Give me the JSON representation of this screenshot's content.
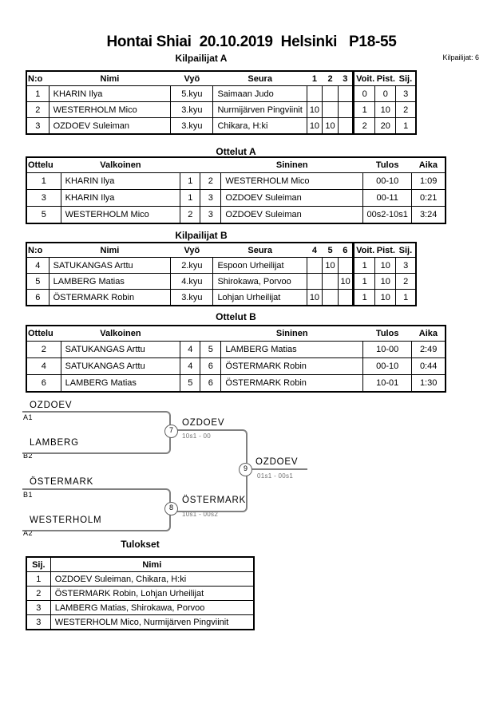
{
  "page": {
    "title": "Hontai Shiai  20.10.2019  Helsinki   P18-55",
    "competitors_label": "Kilpailijat: 6"
  },
  "colors": {
    "bracket_line": "#808080",
    "score_text": "#707070",
    "table_border": "#000000"
  },
  "pool_a": {
    "title": "Kilpailijat A",
    "headers": {
      "no": "N:o",
      "name": "Nimi",
      "belt": "Vyö",
      "club": "Seura",
      "m1": "1",
      "m2": "2",
      "m3": "3",
      "wins": "Voit.",
      "points": "Pist.",
      "place": "Sij."
    },
    "rows": [
      {
        "no": "1",
        "name": "KHARIN Ilya",
        "belt": "5.kyu",
        "club": "Saimaan Judo",
        "m1": "",
        "m2": "",
        "m3": "",
        "wins": "0",
        "points": "0",
        "place": "3"
      },
      {
        "no": "2",
        "name": "WESTERHOLM Mico",
        "belt": "3.kyu",
        "club": "Nurmijärven Pingviinit",
        "m1": "10",
        "m2": "",
        "m3": "",
        "wins": "1",
        "points": "10",
        "place": "2"
      },
      {
        "no": "3",
        "name": "OZDOEV Suleiman",
        "belt": "3.kyu",
        "club": "Chikara, H:ki",
        "m1": "10",
        "m2": "10",
        "m3": "",
        "wins": "2",
        "points": "20",
        "place": "1"
      }
    ]
  },
  "matches_a": {
    "title": "Ottelut A",
    "headers": {
      "match": "Ottelu",
      "white": "Valkoinen",
      "blue": "Sininen",
      "result": "Tulos",
      "time": "Aika"
    },
    "rows": [
      {
        "match": "1",
        "white": "KHARIN Ilya",
        "wno": "1",
        "bno": "2",
        "blue": "WESTERHOLM Mico",
        "result": "00-10",
        "time": "1:09"
      },
      {
        "match": "3",
        "white": "KHARIN Ilya",
        "wno": "1",
        "bno": "3",
        "blue": "OZDOEV Suleiman",
        "result": "00-11",
        "time": "0:21"
      },
      {
        "match": "5",
        "white": "WESTERHOLM Mico",
        "wno": "2",
        "bno": "3",
        "blue": "OZDOEV Suleiman",
        "result": "00s2-10s1",
        "time": "3:24"
      }
    ]
  },
  "pool_b": {
    "title": "Kilpailijat B",
    "headers": {
      "no": "N:o",
      "name": "Nimi",
      "belt": "Vyö",
      "club": "Seura",
      "m1": "4",
      "m2": "5",
      "m3": "6",
      "wins": "Voit.",
      "points": "Pist.",
      "place": "Sij."
    },
    "rows": [
      {
        "no": "4",
        "name": "SATUKANGAS Arttu",
        "belt": "2.kyu",
        "club": "Espoon Urheilijat",
        "m1": "",
        "m2": "10",
        "m3": "",
        "wins": "1",
        "points": "10",
        "place": "3"
      },
      {
        "no": "5",
        "name": "LAMBERG Matias",
        "belt": "4.kyu",
        "club": "Shirokawa, Porvoo",
        "m1": "",
        "m2": "",
        "m3": "10",
        "wins": "1",
        "points": "10",
        "place": "2"
      },
      {
        "no": "6",
        "name": "ÖSTERMARK Robin",
        "belt": "3.kyu",
        "club": "Lohjan Urheilijat",
        "m1": "10",
        "m2": "",
        "m3": "",
        "wins": "1",
        "points": "10",
        "place": "1"
      }
    ]
  },
  "matches_b": {
    "title": "Ottelut B",
    "headers": {
      "match": "Ottelu",
      "white": "Valkoinen",
      "blue": "Sininen",
      "result": "Tulos",
      "time": "Aika"
    },
    "rows": [
      {
        "match": "2",
        "white": "SATUKANGAS Arttu",
        "wno": "4",
        "bno": "5",
        "blue": "LAMBERG Matias",
        "result": "10-00",
        "time": "2:49"
      },
      {
        "match": "4",
        "white": "SATUKANGAS Arttu",
        "wno": "4",
        "bno": "6",
        "blue": "ÖSTERMARK Robin",
        "result": "00-10",
        "time": "0:44"
      },
      {
        "match": "6",
        "white": "LAMBERG Matias",
        "wno": "5",
        "bno": "6",
        "blue": "ÖSTERMARK Robin",
        "result": "10-01",
        "time": "1:30"
      }
    ]
  },
  "bracket": {
    "semifinal_1": {
      "top_name": "OZDOEV",
      "top_seed": "A1",
      "bottom_name": "LAMBERG",
      "bottom_seed": "B2",
      "match_no": "7",
      "winner": "OZDOEV",
      "score": "10s1 - 00"
    },
    "semifinal_2": {
      "top_name": "ÖSTERMARK",
      "top_seed": "B1",
      "bottom_name": "WESTERHOLM",
      "bottom_seed": "A2",
      "match_no": "8",
      "winner": "ÖSTERMARK",
      "score": "10s1 - 00s2"
    },
    "final": {
      "match_no": "9",
      "winner": "OZDOEV",
      "score": "01s1 - 00s1"
    }
  },
  "results": {
    "title": "Tulokset",
    "headers": {
      "place": "Sij.",
      "name": "Nimi"
    },
    "rows": [
      {
        "place": "1",
        "name": "OZDOEV Suleiman, Chikara, H:ki"
      },
      {
        "place": "2",
        "name": "ÖSTERMARK Robin, Lohjan Urheilijat"
      },
      {
        "place": "3",
        "name": "LAMBERG Matias, Shirokawa, Porvoo"
      },
      {
        "place": "3",
        "name": "WESTERHOLM Mico, Nurmijärven Pingviinit"
      }
    ]
  }
}
